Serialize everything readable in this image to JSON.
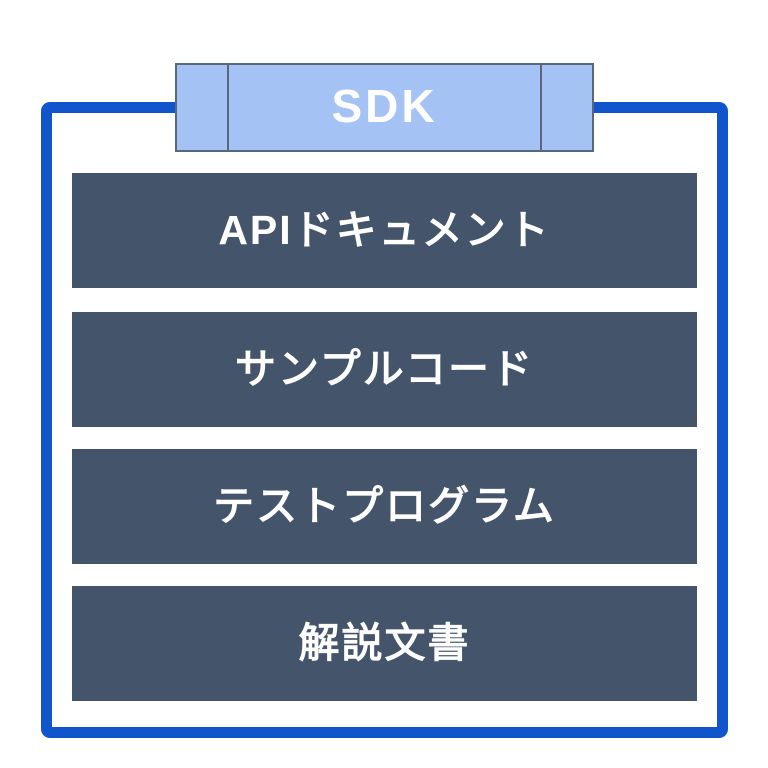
{
  "diagram": {
    "tab": {
      "label": "SDK"
    },
    "layers": [
      {
        "label": "APIドキュメント"
      },
      {
        "label": "サンプルコード"
      },
      {
        "label": "テストプログラム"
      },
      {
        "label": "解説文書"
      }
    ],
    "colors": {
      "background": "#ffffff",
      "outer_border": "#1155cc",
      "tab_fill": "#a4c2f4",
      "tab_border": "#5a6679",
      "layer_fill": "#44546a",
      "label_text": "#ffffff"
    }
  }
}
